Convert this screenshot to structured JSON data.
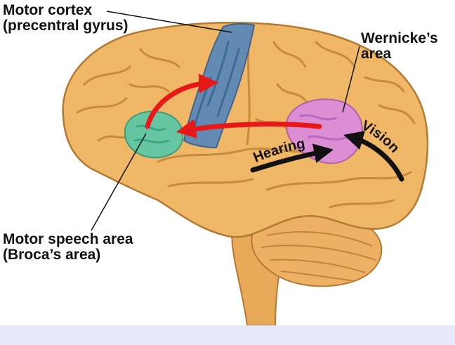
{
  "labels": {
    "motor_cortex": [
      "Motor cortex",
      "(precentral gyrus)"
    ],
    "wernicke": [
      "Wernicke’s",
      "area"
    ],
    "broca": [
      "Motor speech area",
      "(Broca’s area)"
    ],
    "hearing": "Hearing",
    "vision": "Vision"
  },
  "colors": {
    "brain": "#f0b866",
    "brain_dark": "#c88a3c",
    "motor_cortex": "#5b88b8",
    "broca_area": "#5cc8a8",
    "wernicke_area": "#d98ae0",
    "arrow_red": "#e81818",
    "arrow_black": "#111111",
    "background": "#ffffff",
    "bottom_strip": "#e6e9fa"
  },
  "icons": [
    "red-arc-arrow",
    "red-long-arrow",
    "black-hearing-arrow",
    "black-vision-arrow"
  ]
}
